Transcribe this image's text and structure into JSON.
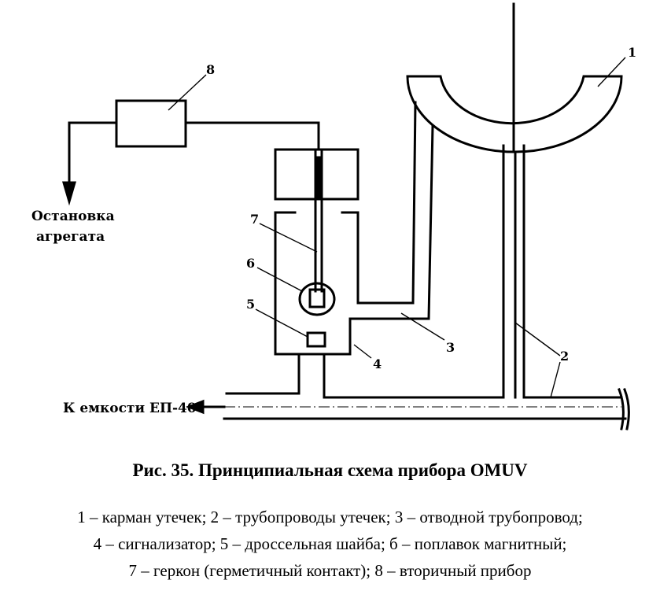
{
  "diagram": {
    "labels": {
      "stop_line1": "Остановка",
      "stop_line2": "агрегата",
      "to_tank": "К емкости ЕП-40"
    },
    "callouts": [
      "1",
      "2",
      "3",
      "4",
      "5",
      "6",
      "7",
      "8"
    ]
  },
  "caption": {
    "title": "Рис. 35. Принципиальная схема прибора OMUV",
    "legend": [
      "1 – карман утечек; 2 – трубопроводы утечек; 3 – отводной трубопровод;",
      "4 – сигнализатор; 5 – дроссельная шайба; б – поплавок магнитный;",
      "7 – геркон (герметичный контакт); 8 – вторичный прибор"
    ]
  }
}
